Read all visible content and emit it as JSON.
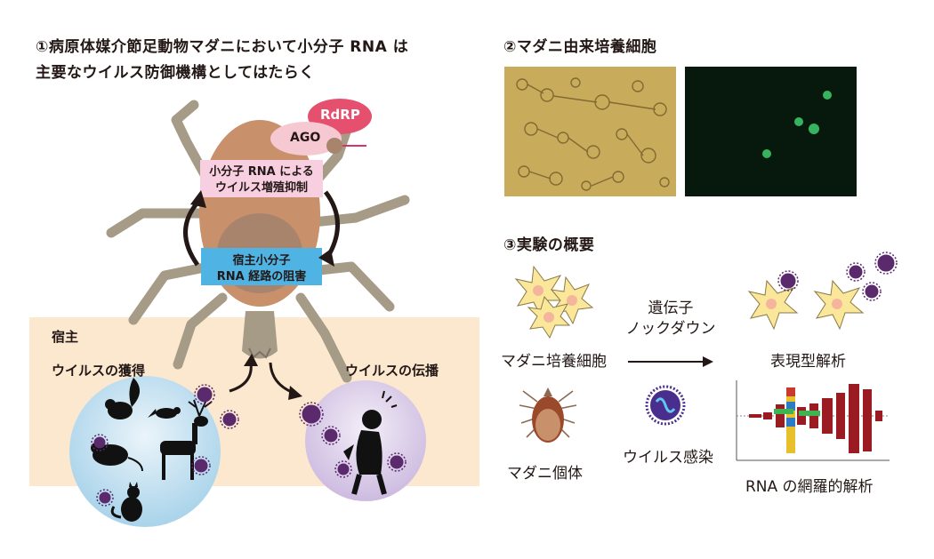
{
  "panel1": {
    "title_line1": "①病原体媒介節足動物マダニにおいて小分子 RNA は",
    "title_line2": "主要なウイルス防御機構としてはたらく",
    "rdrp_label": "RdRP",
    "ago_label": "AGO",
    "suppression_label_line1": "小分子 RNA による",
    "suppression_label_line2": "ウイルス増殖抑制",
    "inhibition_label_line1": "宿主小分子",
    "inhibition_label_line2": "RNA 経路の阻害",
    "host_label": "宿主",
    "acquisition_label": "ウイルスの獲得",
    "transmission_label": "ウイルスの伝播"
  },
  "panel2": {
    "title": "②マダニ由来培養細胞"
  },
  "panel3": {
    "title": "③実験の概要",
    "knockdown_line1": "遺伝子",
    "knockdown_line2": "ノックダウン",
    "cultured_cells_label": "マダニ培養細胞",
    "individual_label": "マダニ個体",
    "infection_label": "ウイルス感染",
    "phenotype_label": "表現型解析",
    "rna_analysis_label": "RNA の網羅的解析"
  },
  "colors": {
    "tick_body": "#c8906b",
    "tick_legs": "#a59b86",
    "host_box": "#fbe8cf",
    "rdrp": "#e4506e",
    "ago": "#f6c9d2",
    "pink_label": "#f7cfe0",
    "blue_label": "#4fb3e3",
    "virus": "#5b2a6c",
    "cell_fill": "#fbe79a",
    "cell_nucleus": "#f5b59c",
    "bar_red": "#9a1b22"
  },
  "icons": [
    "tick-icon",
    "virus-icon",
    "cell-icon",
    "squirrel-icon",
    "bird-icon",
    "mouse-icon",
    "deer-icon",
    "cat-icon",
    "sick-person-icon",
    "arrow-icon"
  ]
}
